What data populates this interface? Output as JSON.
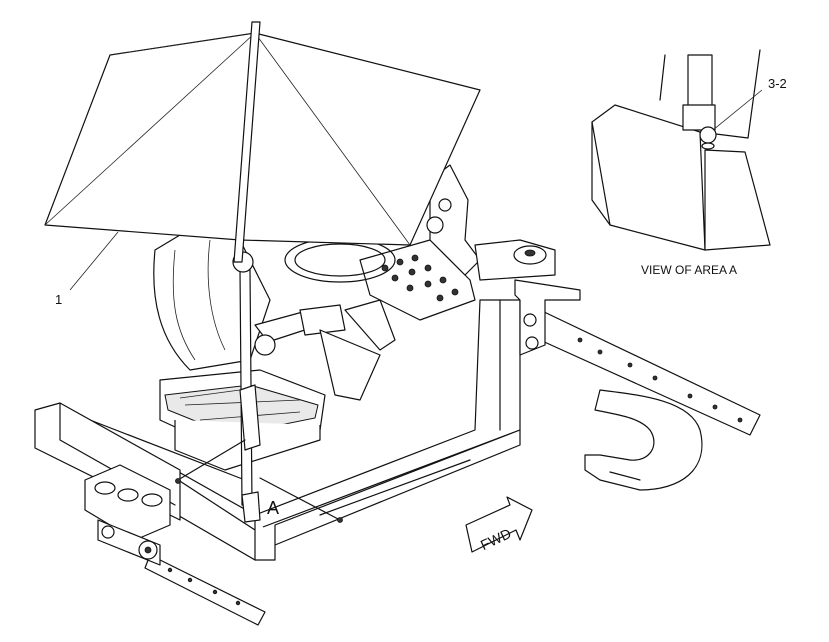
{
  "callouts": {
    "umbrella": "1",
    "detail_clamp": "3-2",
    "area_marker": "A"
  },
  "detail_view": {
    "title": "VIEW OF AREA A"
  },
  "direction_arrow": {
    "text": "FWD"
  }
}
